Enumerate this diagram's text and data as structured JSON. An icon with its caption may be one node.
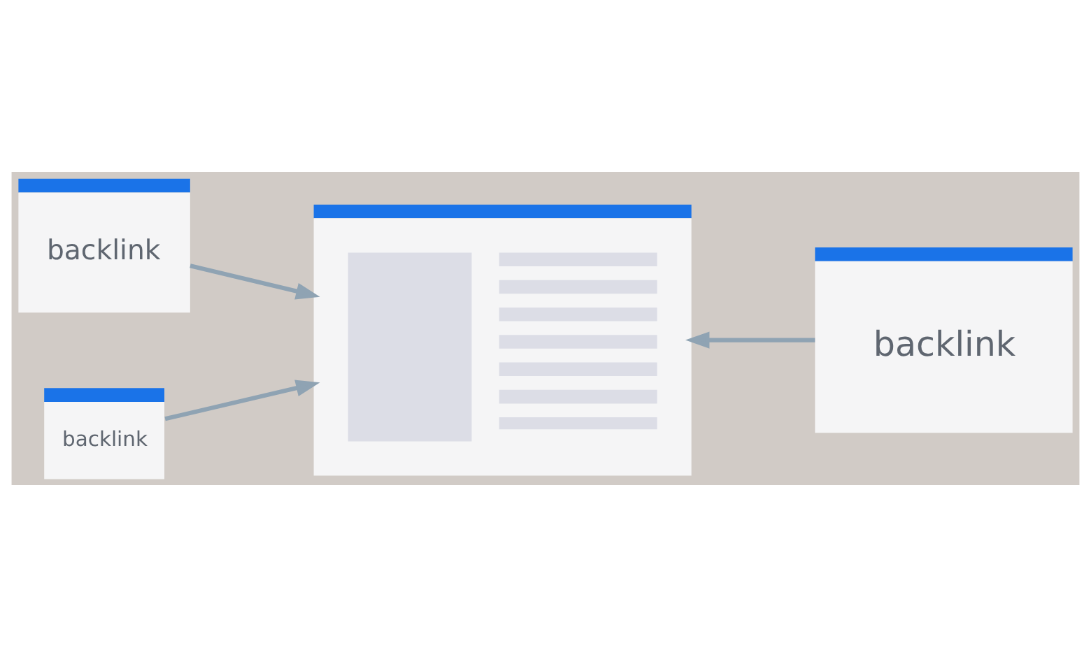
{
  "diagram": {
    "nodes": [
      {
        "text": [
          "backlink"
        ]
      },
      {
        "text": [],
        "shape": "box"
      },
      {
        "text": [
          "backlink"
        ]
      },
      {
        "text": [
          "backlink"
        ]
      }
    ],
    "edges": [
      {
        "from": 0,
        "to": 1,
        "arrow": "to"
      },
      {
        "from": 3,
        "to": 1,
        "arrow": "to"
      },
      {
        "from": 2,
        "to": 1,
        "arrow": "to"
      }
    ]
  }
}
